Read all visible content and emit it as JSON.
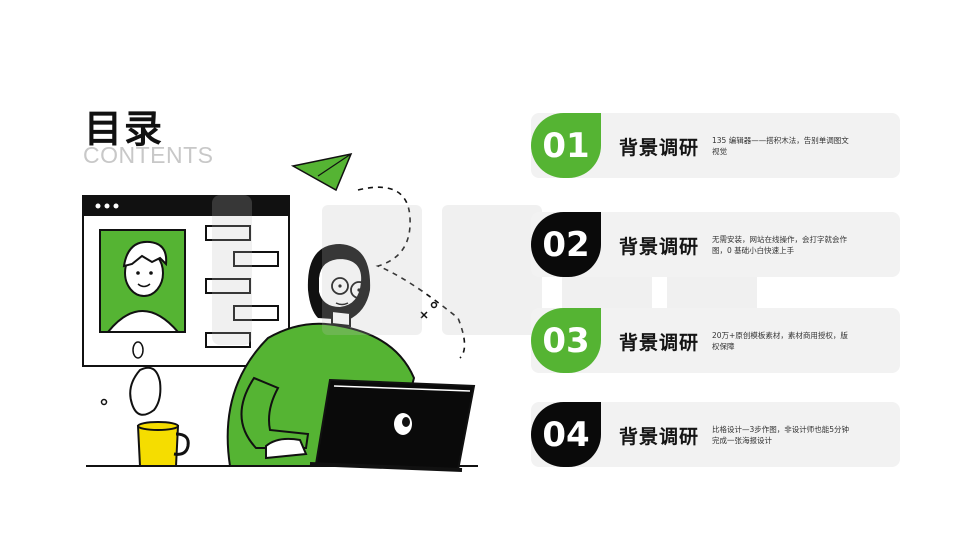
{
  "heading": {
    "title": "目录",
    "subtitle": "CONTENTS"
  },
  "items": [
    {
      "number": "01",
      "title": "背景调研",
      "desc": "135 编辑器——搭积木法，告别单调图文视觉",
      "style": "green"
    },
    {
      "number": "02",
      "title": "背景调研",
      "desc": "无需安装，网站在线操作，会打字就会作图，0 基础小白快速上手",
      "style": "black"
    },
    {
      "number": "03",
      "title": "背景调研",
      "desc": "20万+原创模板素材，素材商用授权，版权保障",
      "style": "green"
    },
    {
      "number": "04",
      "title": "背景调研",
      "desc": "比格设计—3步作图，非设计师也能5分钟完成一张海报设计",
      "style": "black"
    }
  ],
  "colors": {
    "accent_green": "#55b433",
    "dark": "#0a0a0a",
    "card_bg": "#f2f2f2",
    "mug_yellow": "#f5dd00"
  }
}
